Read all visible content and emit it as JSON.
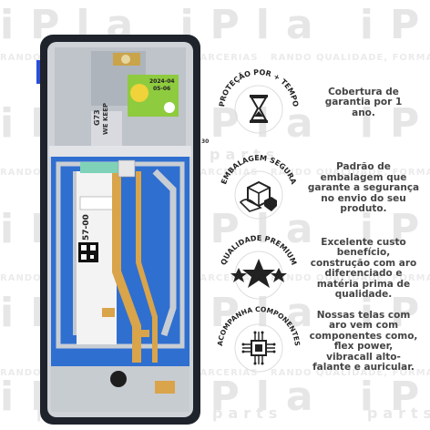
{
  "watermark": {
    "brand": "iPla",
    "parts": "parts",
    "tagline": "RANDO QUALIDADE, FORMANDO PARCERIAS"
  },
  "sticker": {
    "date_line1": "2024-04",
    "date_line2": "05-06",
    "number": "30"
  },
  "flex_labels": {
    "model": "G73",
    "keep": "WE KEEP",
    "code": "57-00"
  },
  "features": [
    {
      "badge_title": "PROTEÇÃO POR + TEMPO",
      "icon": "hourglass-icon",
      "text": "Cobertura de\ngarantia por 1\nano."
    },
    {
      "badge_title": "EMBALAGEM SEGURA",
      "icon": "secure-box-icon",
      "text": "Padrão de\nembalagem que\ngarante a segurança\nno envio do seu\nproduto."
    },
    {
      "badge_title": "QUALIDADE PREMIUM",
      "icon": "premium-star-icon",
      "text": "Excelente custo\nbenefício,\nconstrução com aro\ndiferenciado e\nmatéria prima de\nqualidade."
    },
    {
      "badge_title": "ACOMPANHA COMPONENTES",
      "icon": "chip-components-icon",
      "text": "Nossas telas com\naro vem com\ncomponentes como,\nflex power,\nvibracall alto-\nfalante e auricular."
    }
  ],
  "colors": {
    "frame": "#1f232b",
    "screen_blue": "#2f6fd0",
    "flex_orange": "#d9a44a",
    "sticker_green": "#8ecb3f",
    "icon_dark": "#222222",
    "text_gray": "#444444"
  }
}
